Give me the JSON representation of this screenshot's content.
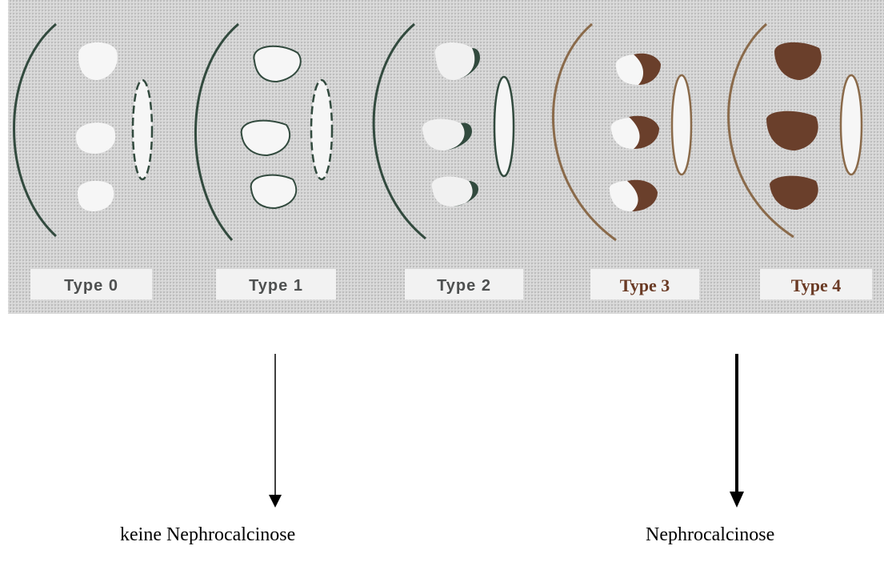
{
  "panels": [
    {
      "label": "Type 0",
      "calcification": "none"
    },
    {
      "label": "Type 1",
      "calcification": "faint rim"
    },
    {
      "label": "Type 2",
      "calcification": "dark rim"
    },
    {
      "label": "Type 3",
      "calcification": "partial"
    },
    {
      "label": "Type 4",
      "calcification": "complete"
    }
  ],
  "captions": {
    "left": "keine Nephrocalcinose",
    "right": "Nephrocalcinose"
  },
  "colors": {
    "background": "#d8d8d8",
    "cortex_outline_dark": "#324a3e",
    "cortex_outline_brown": "#8a6a4a",
    "calcification": "#6a3f2b",
    "pyramid_fill": "#f6f6f6",
    "label_bg": "#f2f2f2",
    "label_text_gray": "#4e5050",
    "label_text_brown": "#6a3a24"
  }
}
